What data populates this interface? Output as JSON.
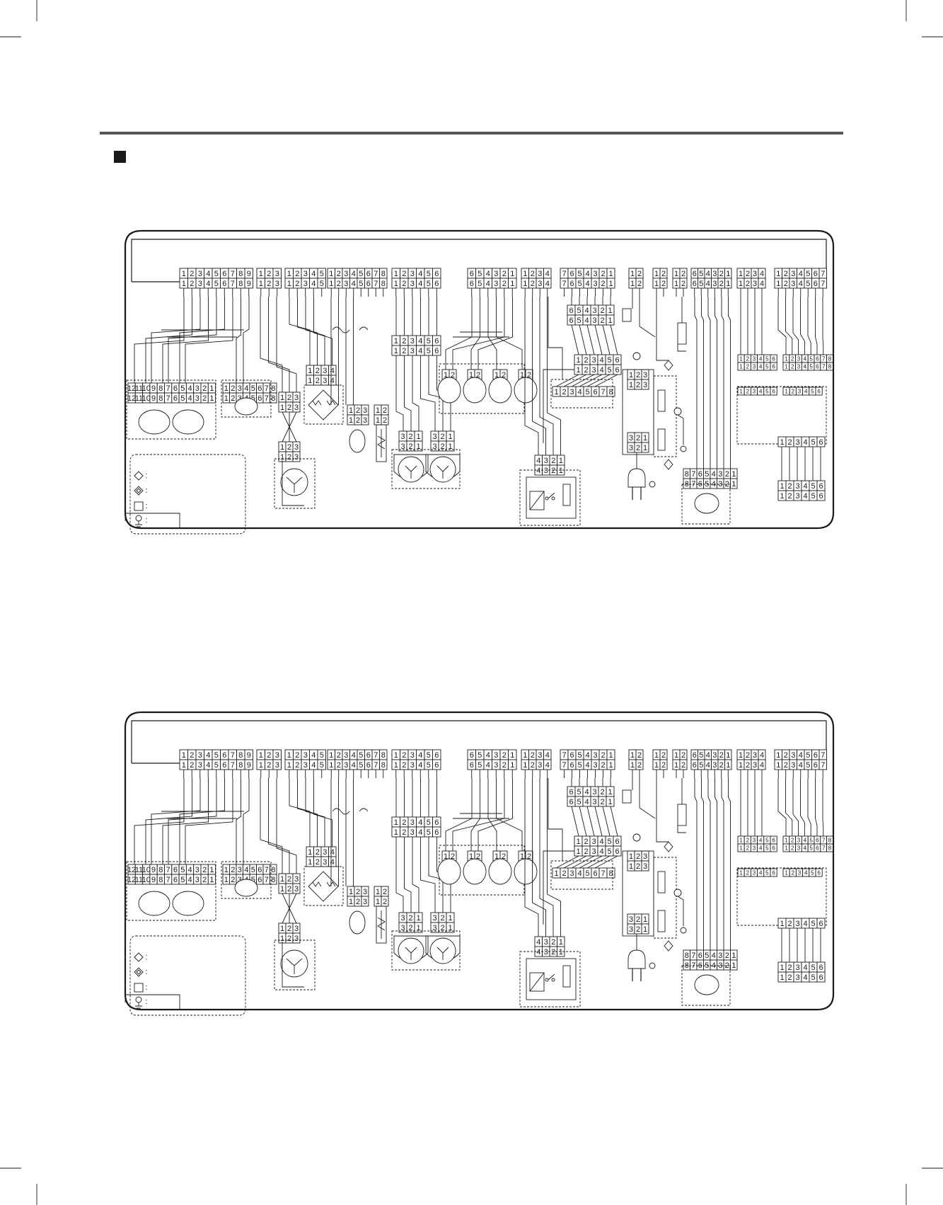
{
  "page": {
    "header_rule": true,
    "section_marker": "square-bullet-icon"
  },
  "diagrams": [
    {
      "id": "diagram-1",
      "connector_groups": [
        {
          "pins": [
            "1",
            "2",
            "3",
            "4",
            "5",
            "6",
            "7",
            "8",
            "9"
          ]
        },
        {
          "pins": [
            "1",
            "2",
            "3"
          ]
        },
        {
          "pins": [
            "1",
            "2",
            "3",
            "4",
            "5"
          ]
        },
        {
          "pins": [
            "1",
            "2",
            "3",
            "4",
            "5",
            "6",
            "7",
            "8"
          ]
        },
        {
          "pins": [
            "1",
            "2",
            "3",
            "4",
            "5",
            "6"
          ]
        },
        {
          "pins": [
            "6",
            "5",
            "4",
            "3",
            "2",
            "1"
          ]
        },
        {
          "pins": [
            "1",
            "2",
            "3",
            "4"
          ]
        },
        {
          "pins": [
            "7",
            "6",
            "5",
            "4",
            "3",
            "2",
            "1"
          ]
        },
        {
          "pins": [
            "1",
            "2"
          ]
        },
        {
          "pins": [
            "1",
            "2"
          ]
        },
        {
          "pins": [
            "1",
            "2"
          ]
        },
        {
          "pins": [
            "6",
            "5",
            "4",
            "3",
            "2",
            "1"
          ]
        },
        {
          "pins": [
            "1",
            "2",
            "3",
            "4"
          ]
        },
        {
          "pins": [
            "1",
            "2",
            "3",
            "4",
            "5",
            "6",
            "7"
          ]
        }
      ],
      "legend_symbols": [
        "diamond-icon",
        "double-diamond-icon",
        "square-icon",
        "ground-icon"
      ]
    },
    {
      "id": "diagram-2",
      "connector_groups": [
        {
          "pins": [
            "1",
            "2",
            "3",
            "4",
            "5",
            "6",
            "7",
            "8",
            "9"
          ]
        },
        {
          "pins": [
            "1",
            "2",
            "3"
          ]
        },
        {
          "pins": [
            "1",
            "2",
            "3",
            "4",
            "5"
          ]
        },
        {
          "pins": [
            "1",
            "2",
            "3",
            "4",
            "5",
            "6",
            "7",
            "8"
          ]
        },
        {
          "pins": [
            "1",
            "2",
            "3",
            "4",
            "5",
            "6"
          ]
        },
        {
          "pins": [
            "6",
            "5",
            "4",
            "3",
            "2",
            "1"
          ]
        },
        {
          "pins": [
            "1",
            "2",
            "3",
            "4"
          ]
        },
        {
          "pins": [
            "7",
            "6",
            "5",
            "4",
            "3",
            "2",
            "1"
          ]
        },
        {
          "pins": [
            "1",
            "2"
          ]
        },
        {
          "pins": [
            "1",
            "2"
          ]
        },
        {
          "pins": [
            "1",
            "2"
          ]
        },
        {
          "pins": [
            "6",
            "5",
            "4",
            "3",
            "2",
            "1"
          ]
        },
        {
          "pins": [
            "1",
            "2",
            "3",
            "4"
          ]
        },
        {
          "pins": [
            "1",
            "2",
            "3",
            "4",
            "5",
            "6",
            "7"
          ]
        }
      ],
      "legend_symbols": [
        "diamond-icon",
        "double-diamond-icon",
        "square-icon",
        "ground-icon"
      ]
    }
  ],
  "sub_connectors": {
    "left_12": [
      "12",
      "11",
      "10",
      "9",
      "8",
      "7",
      "6",
      "5",
      "4",
      "3",
      "2",
      "1"
    ],
    "left_8": [
      "1",
      "2",
      "3",
      "4",
      "5",
      "6",
      "7",
      "8"
    ],
    "mid_4": [
      "1",
      "2",
      "3",
      "4"
    ],
    "small_3": [
      "1",
      "2",
      "3"
    ],
    "small_2": [
      "1",
      "2"
    ],
    "motor_3": [
      "3",
      "2",
      "1"
    ],
    "six_up": [
      "1",
      "2",
      "3",
      "4",
      "5",
      "6"
    ],
    "six_down": [
      "6",
      "5",
      "4",
      "3",
      "2",
      "1"
    ],
    "eight_up": [
      "1",
      "2",
      "3",
      "4",
      "5",
      "6",
      "7",
      "8"
    ],
    "relay_4": [
      "4",
      "3",
      "2",
      "1"
    ],
    "eight_down": [
      "8",
      "7",
      "6",
      "5",
      "4",
      "3",
      "2",
      "1"
    ],
    "right_5": [
      "1",
      "2",
      "3",
      "4",
      "5",
      "6"
    ],
    "right_8": [
      "1",
      "2",
      "3",
      "4",
      "5",
      "6",
      "7",
      "8"
    ]
  }
}
